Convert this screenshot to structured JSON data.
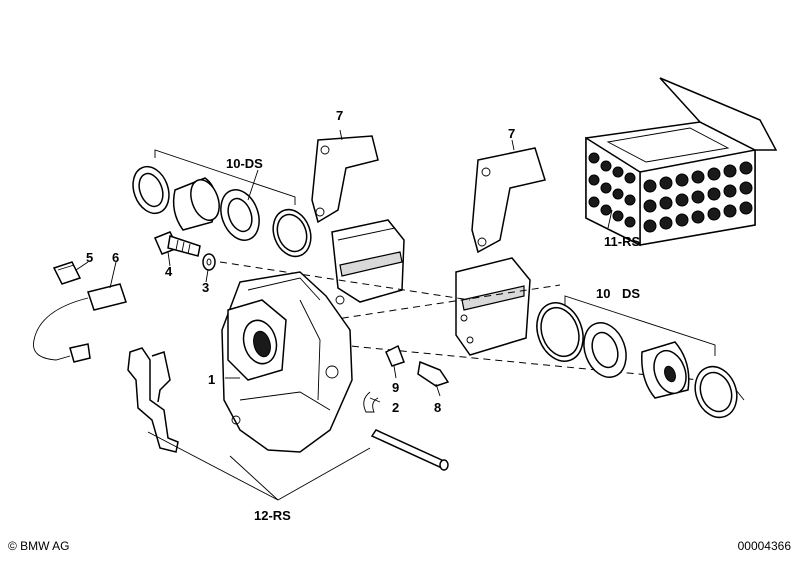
{
  "callouts": {
    "c1": "1",
    "c2": "2",
    "c3": "3",
    "c4": "4",
    "c5": "5",
    "c6": "6",
    "c7a": "7",
    "c7b": "7",
    "c8": "8",
    "c9": "9",
    "c10a": "10-DS",
    "c10b_num": "10",
    "c10b_ds": "DS",
    "c11": "11-RS",
    "c12": "12-RS"
  },
  "footer": {
    "copyright": "© BMW AG",
    "doc_number": "00004366"
  }
}
